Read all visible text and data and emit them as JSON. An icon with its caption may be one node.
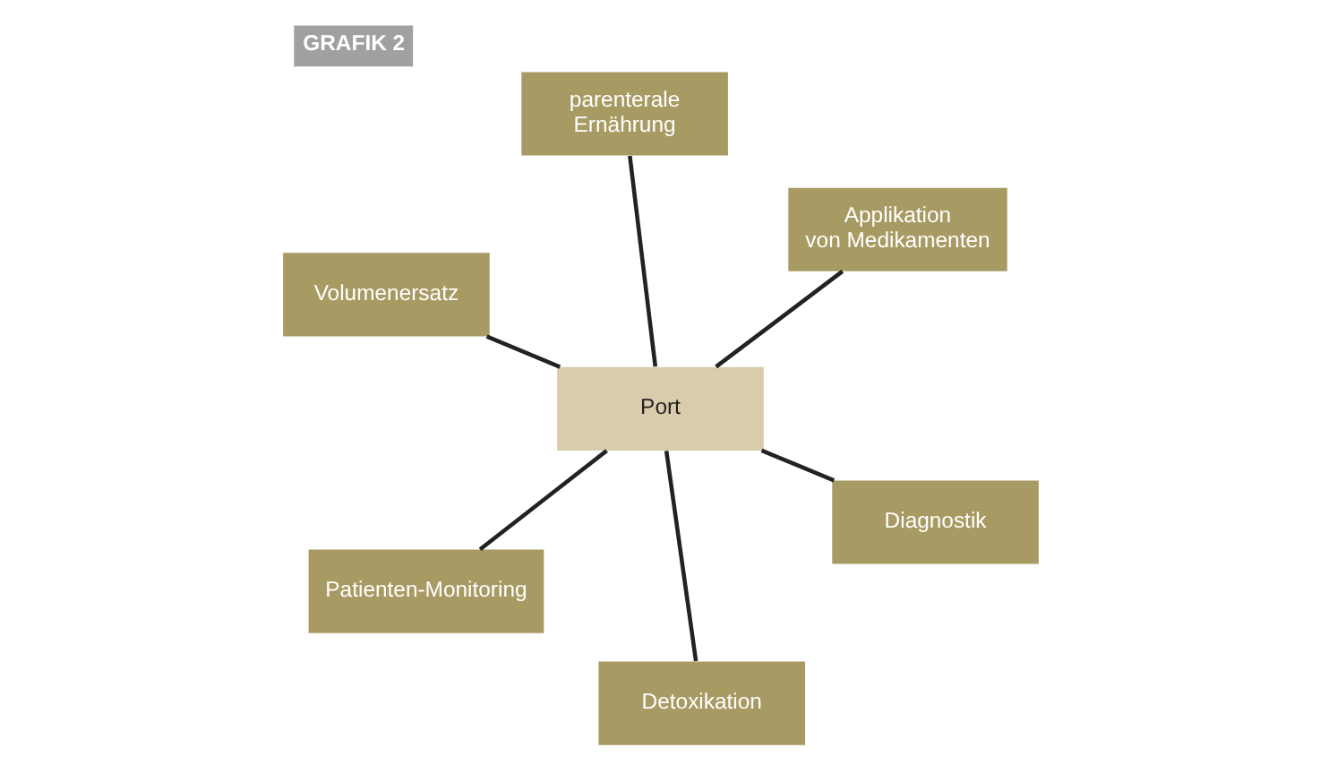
{
  "diagram": {
    "title": "GRAFIK 2",
    "nodes": [
      {
        "text": [
          "Volumenersatz"
        ]
      },
      {
        "text": [
          "Diagnostik"
        ]
      },
      {
        "text": [
          "Detoxikation"
        ]
      },
      {
        "text": [
          "Port"
        ]
      },
      {
        "text": [
          "Applikation von Medikamenten"
        ]
      },
      {
        "text": [
          "parenterale Ernährung"
        ]
      },
      {
        "text": [
          "Patienten-Monitoring"
        ]
      }
    ],
    "edges": [
      {
        "from": 3,
        "to": 0,
        "arrow": "none"
      },
      {
        "from": 3,
        "to": 1,
        "arrow": "none"
      },
      {
        "from": 3,
        "to": 2,
        "arrow": "none"
      },
      {
        "from": 3,
        "to": 4,
        "arrow": "none"
      },
      {
        "from": 3,
        "to": 5,
        "arrow": "none"
      },
      {
        "from": 3,
        "to": 6,
        "arrow": "none"
      }
    ]
  }
}
